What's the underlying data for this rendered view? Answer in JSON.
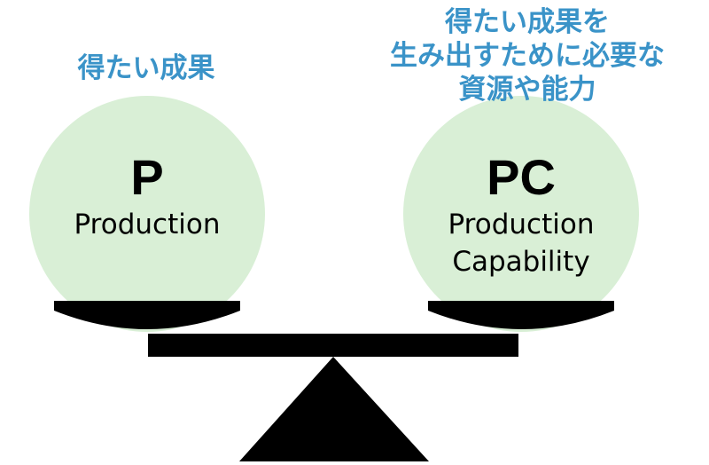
{
  "left": {
    "caption": "得たい成果",
    "abbr": "P",
    "desc": "Production"
  },
  "right": {
    "caption_lines": [
      "得たい成果を",
      "生み出すために必要な",
      "資源や能力"
    ],
    "abbr": "PC",
    "desc_lines": [
      "Production",
      "Capability"
    ]
  },
  "colors": {
    "caption": "#3a93c8",
    "ball": "#d9efd6",
    "scale": "#000000"
  }
}
